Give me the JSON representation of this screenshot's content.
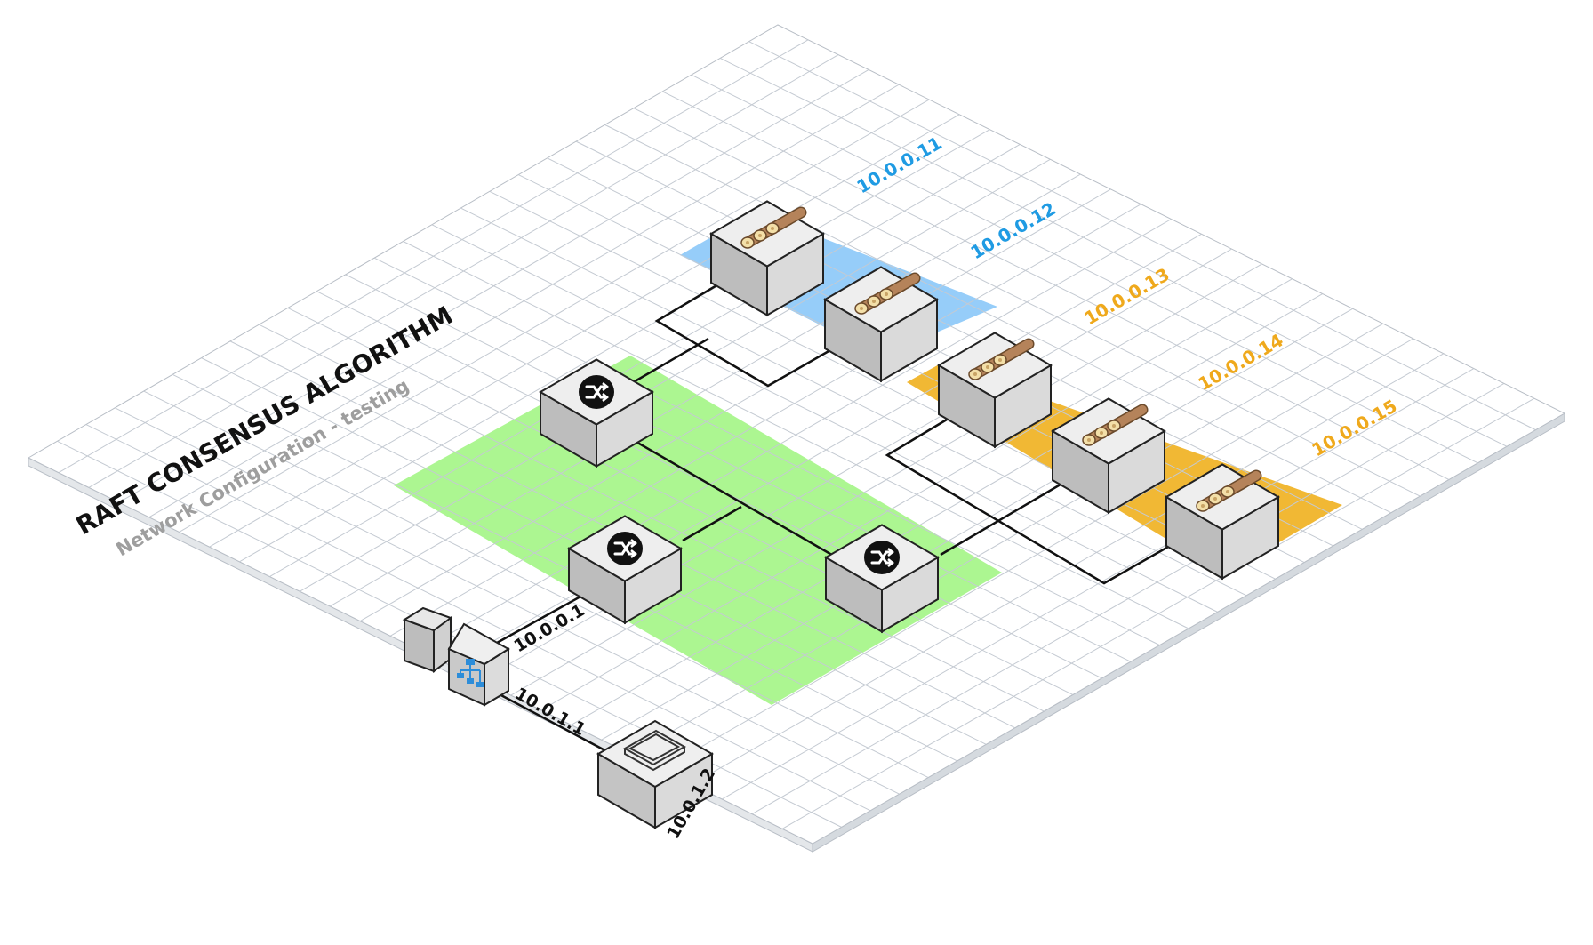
{
  "diagram": {
    "title": "RAFT CONSENSUS ALGORITHM",
    "subtitle": "Network Configuration - testing",
    "colors": {
      "blue_zone": "#90CAF9",
      "orange_zone": "#F0B429",
      "green_zone": "#A8F58B",
      "blue_text": "#1F9BE3",
      "orange_text": "#EFA91C",
      "grid_line": "#C4CAD2",
      "box_top": "#EEEEEE",
      "box_left": "#BDBDBD",
      "box_right": "#DADADA"
    },
    "nodes": {
      "server1": {
        "label": "10.0.0.11",
        "icon": "logs-icon"
      },
      "server2": {
        "label": "10.0.0.12",
        "icon": "logs-icon"
      },
      "server3": {
        "label": "10.0.0.13",
        "icon": "logs-icon"
      },
      "server4": {
        "label": "10.0.0.14",
        "icon": "logs-icon"
      },
      "server5": {
        "label": "10.0.0.15",
        "icon": "logs-icon"
      },
      "router_top": {
        "icon": "router-icon"
      },
      "router_mid": {
        "icon": "router-icon"
      },
      "router_right": {
        "icon": "router-icon"
      },
      "gateway": {
        "icon": "network-hierarchy-icon"
      },
      "client": {
        "icon": "terminal-icon"
      }
    },
    "links": {
      "router_gateway": "10.0.0.1",
      "gateway_client": "10.0.1.1",
      "client_addr": "10.0.1.2"
    }
  }
}
